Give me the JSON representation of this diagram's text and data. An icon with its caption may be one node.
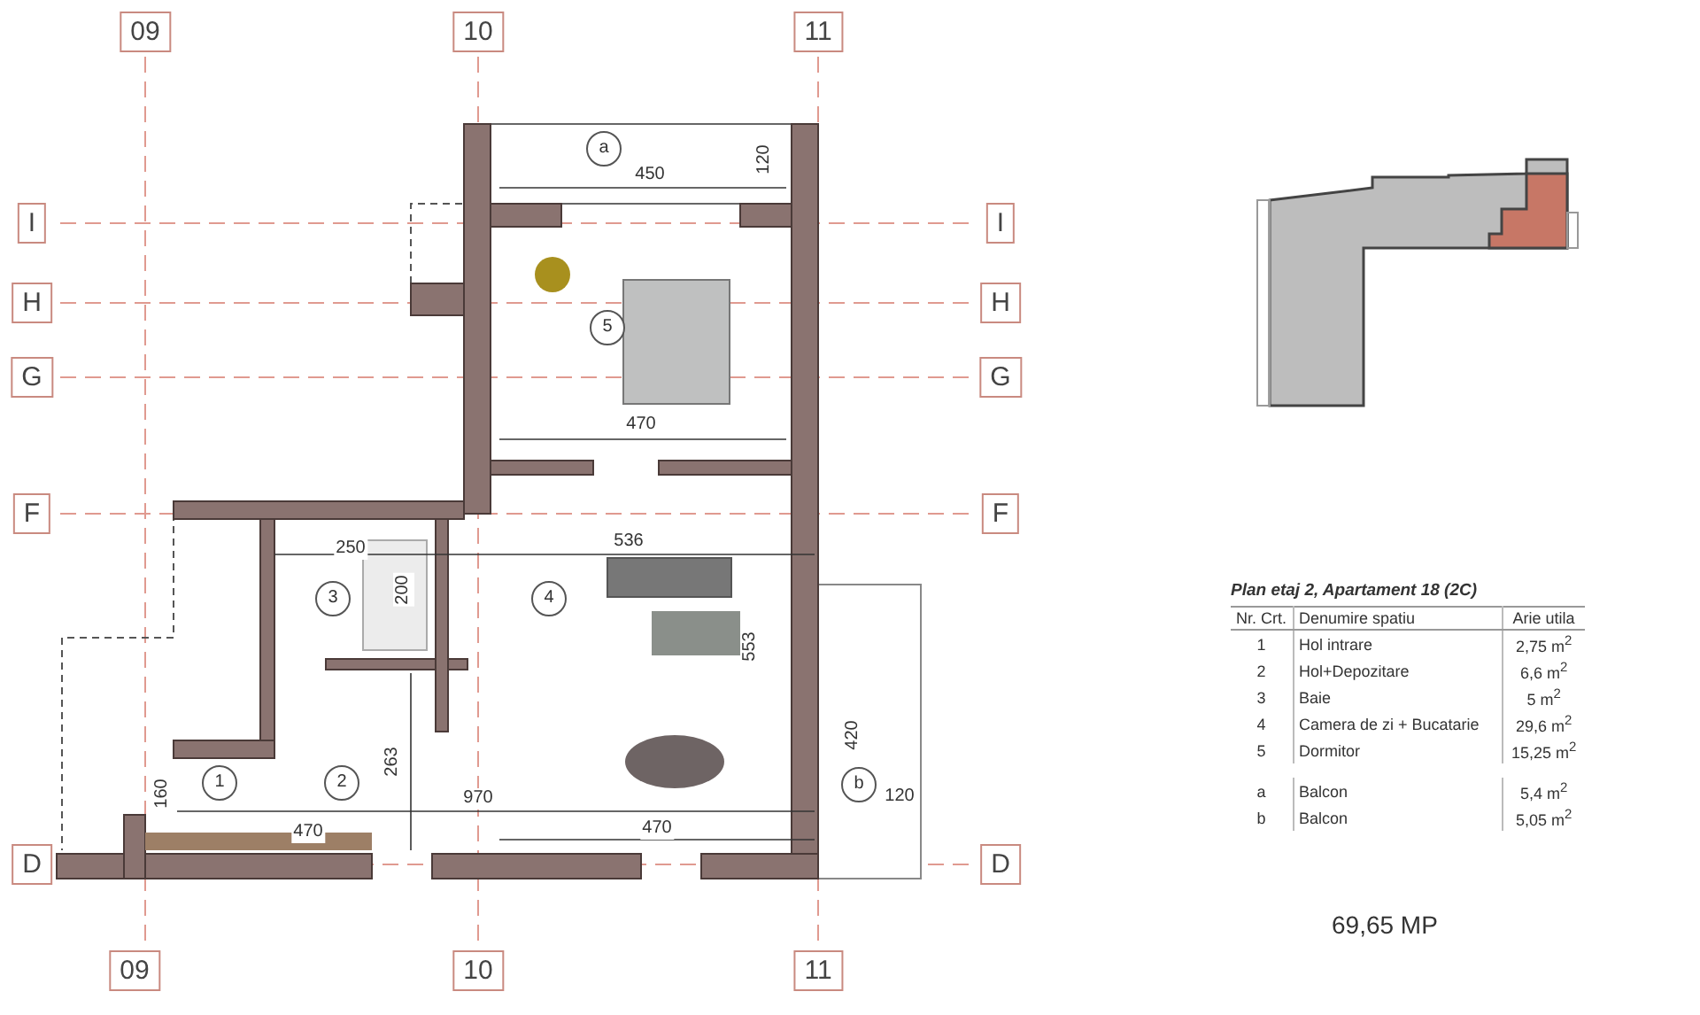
{
  "diagram": {
    "labels": [
      "09",
      "10",
      "11",
      "a",
      "450",
      "120",
      "I",
      "I",
      "H",
      "H",
      "5",
      "G",
      "G",
      "470",
      "F",
      "F",
      "250",
      "3",
      "200",
      "4",
      "536",
      "553",
      "420",
      "b",
      "120",
      "1",
      "2",
      "263",
      "160",
      "970",
      "470",
      "470",
      "D",
      "D",
      "09",
      "10",
      "11",
      "Plan etaj 2, Apartament 18 (2C)",
      "Nr. Crt.",
      "Denumire spatiu",
      "Arie utila",
      "1",
      "Hol intrare",
      "2,75 m$^{2}$",
      "2",
      "Hol+Depozitare",
      "6,6 m$^{2}$",
      "3",
      "Baie",
      "5 m$^{2}$",
      "4",
      "Camera de zi + Bucatarie",
      "29,6 m$^{2}$",
      "5",
      "Dormitor",
      "15,25 m$^{2}$",
      "a",
      "Balcon",
      "5,4 m$^{2}$",
      "b",
      "Balcon",
      "5,05 m$^{2}$",
      "69,65 MP"
    ]
  }
}
